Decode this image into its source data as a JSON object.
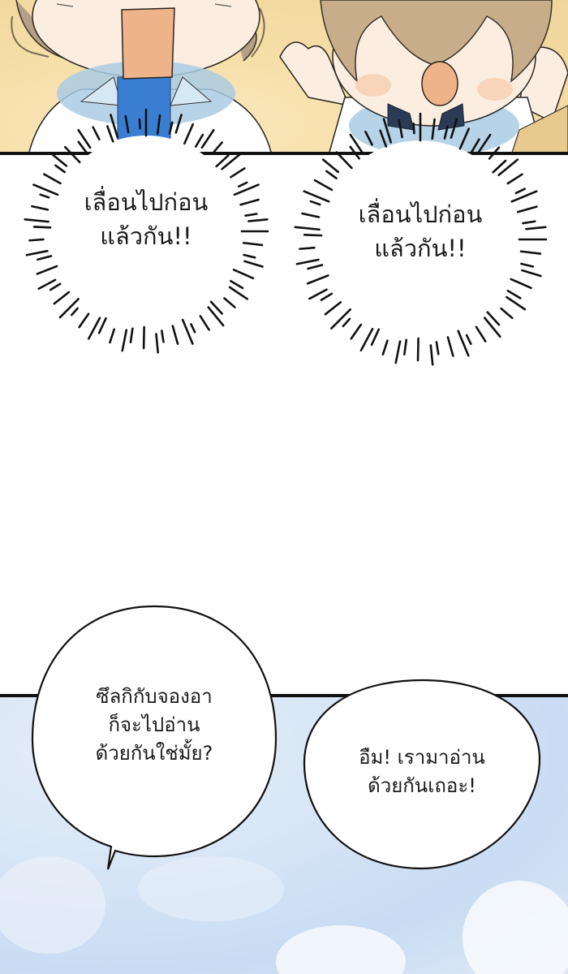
{
  "comic": {
    "panel_top": {
      "description": "Two chibi characters cheering in school uniforms, warm yellow background",
      "character_left": {
        "hair_color": "#b59f86",
        "tie_color": "#3a7ed2",
        "mouth_color": "#eeb388"
      },
      "character_right": {
        "hair_color": "#c8ad8a",
        "bow_color": "#2b3a55",
        "mouth_color": "#eeb388"
      },
      "background_color": "#f6dfa8"
    },
    "burst_left": {
      "line1": "เลื่อนไปก่อน",
      "line2": "แล้วกัน!!"
    },
    "burst_right": {
      "line1": "เลื่อนไปก่อน",
      "line2": "แล้วกัน!!"
    },
    "bubble_left": {
      "line1": "ซึลกิกับจองอา",
      "line2": "ก็จะไปอ่าน",
      "line3": "ด้วยกันใช่มั้ย?"
    },
    "bubble_right": {
      "line1": "อืม! เรามาอ่าน",
      "line2": "ด้วยกันเถอะ!"
    },
    "panel_bottom": {
      "description": "Soft blue sky with clouds",
      "background_color": "#d8e6f6"
    }
  }
}
